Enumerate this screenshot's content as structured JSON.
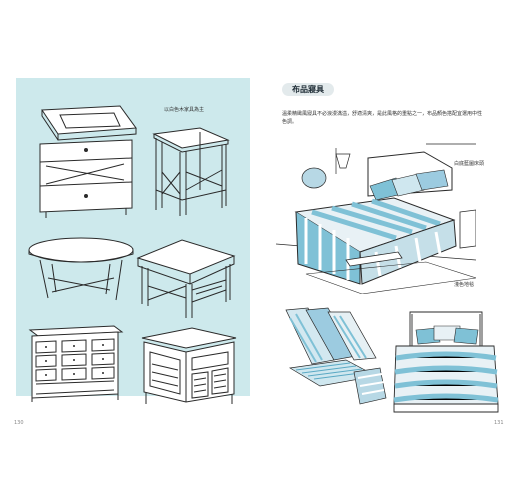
{
  "left_page": {
    "caption": "以白色木家具為主",
    "page_number": "130"
  },
  "right_page": {
    "section_title": "布品寢具",
    "intro_text": "溫柔精緻風寢具不必浪漫滿溢，舒適清爽，是此風格的重點之一，布品顏色搭配宜選用中性色調。",
    "annotation_1": "白底藍圖床頭",
    "annotation_2": "淺色地毯",
    "page_number": "131"
  },
  "colors": {
    "panel_blue": "#cde9ec",
    "accent_blue": "#7fc1d6",
    "line": "#2a2a2a"
  }
}
